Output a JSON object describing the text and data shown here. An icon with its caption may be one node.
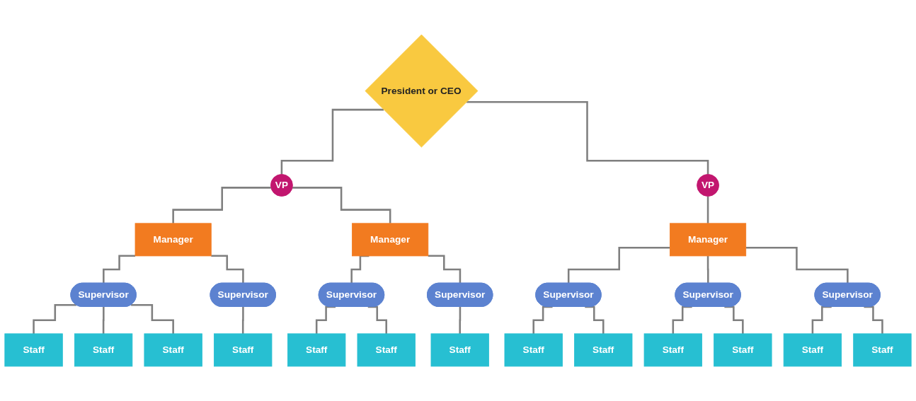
{
  "diagram": {
    "nodes": [
      {
        "text": [
          "President or CEO"
        ]
      },
      {
        "text": [
          "VP"
        ]
      },
      {
        "text": [
          "VP"
        ]
      },
      {
        "text": [
          "Manager"
        ]
      },
      {
        "text": [
          "Manager"
        ]
      },
      {
        "text": [
          "Manager"
        ]
      },
      {
        "text": [
          "Supervisor"
        ]
      },
      {
        "text": [
          "Supervisor"
        ]
      },
      {
        "text": [
          "Supervisor"
        ]
      },
      {
        "text": [
          "Supervisor"
        ]
      },
      {
        "text": [
          "Supervisor"
        ]
      },
      {
        "text": [
          "Supervisor"
        ]
      },
      {
        "text": [
          "Supervisor"
        ]
      },
      {
        "text": [
          "Staff"
        ]
      },
      {
        "text": [
          "Staff"
        ]
      },
      {
        "text": [
          "Staff"
        ]
      },
      {
        "text": [
          "Staff"
        ]
      },
      {
        "text": [
          "Staff"
        ]
      },
      {
        "text": [
          "Staff"
        ]
      },
      {
        "text": [
          "Staff"
        ]
      },
      {
        "text": [
          "Staff"
        ]
      },
      {
        "text": [
          "Staff"
        ]
      },
      {
        "text": [
          "Staff"
        ]
      },
      {
        "text": [
          "Staff"
        ]
      },
      {
        "text": [
          "Staff"
        ]
      },
      {
        "text": [
          "Staff"
        ]
      }
    ],
    "edges": [
      {
        "from": 0,
        "to": 1,
        "arrow": "none"
      },
      {
        "from": 0,
        "to": 2,
        "arrow": "none"
      },
      {
        "from": 1,
        "to": 3,
        "arrow": "none"
      },
      {
        "from": 1,
        "to": 4,
        "arrow": "none"
      },
      {
        "from": 2,
        "to": 5,
        "arrow": "none"
      },
      {
        "from": 3,
        "to": 6,
        "arrow": "none"
      },
      {
        "from": 3,
        "to": 7,
        "arrow": "none"
      },
      {
        "from": 4,
        "to": 8,
        "arrow": "none"
      },
      {
        "from": 4,
        "to": 9,
        "arrow": "none"
      },
      {
        "from": 5,
        "to": 10,
        "arrow": "none"
      },
      {
        "from": 5,
        "to": 11,
        "arrow": "none"
      },
      {
        "from": 5,
        "to": 12,
        "arrow": "none"
      },
      {
        "from": 6,
        "to": 13,
        "arrow": "none"
      },
      {
        "from": 6,
        "to": 14,
        "arrow": "none"
      },
      {
        "from": 6,
        "to": 15,
        "arrow": "none"
      },
      {
        "from": 7,
        "to": 16,
        "arrow": "none"
      },
      {
        "from": 8,
        "to": 17,
        "arrow": "none"
      },
      {
        "from": 8,
        "to": 18,
        "arrow": "none"
      },
      {
        "from": 9,
        "to": 19,
        "arrow": "none"
      },
      {
        "from": 10,
        "to": 20,
        "arrow": "none"
      },
      {
        "from": 10,
        "to": 21,
        "arrow": "none"
      },
      {
        "from": 11,
        "to": 22,
        "arrow": "none"
      },
      {
        "from": 11,
        "to": 23,
        "arrow": "none"
      },
      {
        "from": 12,
        "to": 24,
        "arrow": "none"
      },
      {
        "from": 12,
        "to": 25,
        "arrow": "none"
      }
    ]
  }
}
